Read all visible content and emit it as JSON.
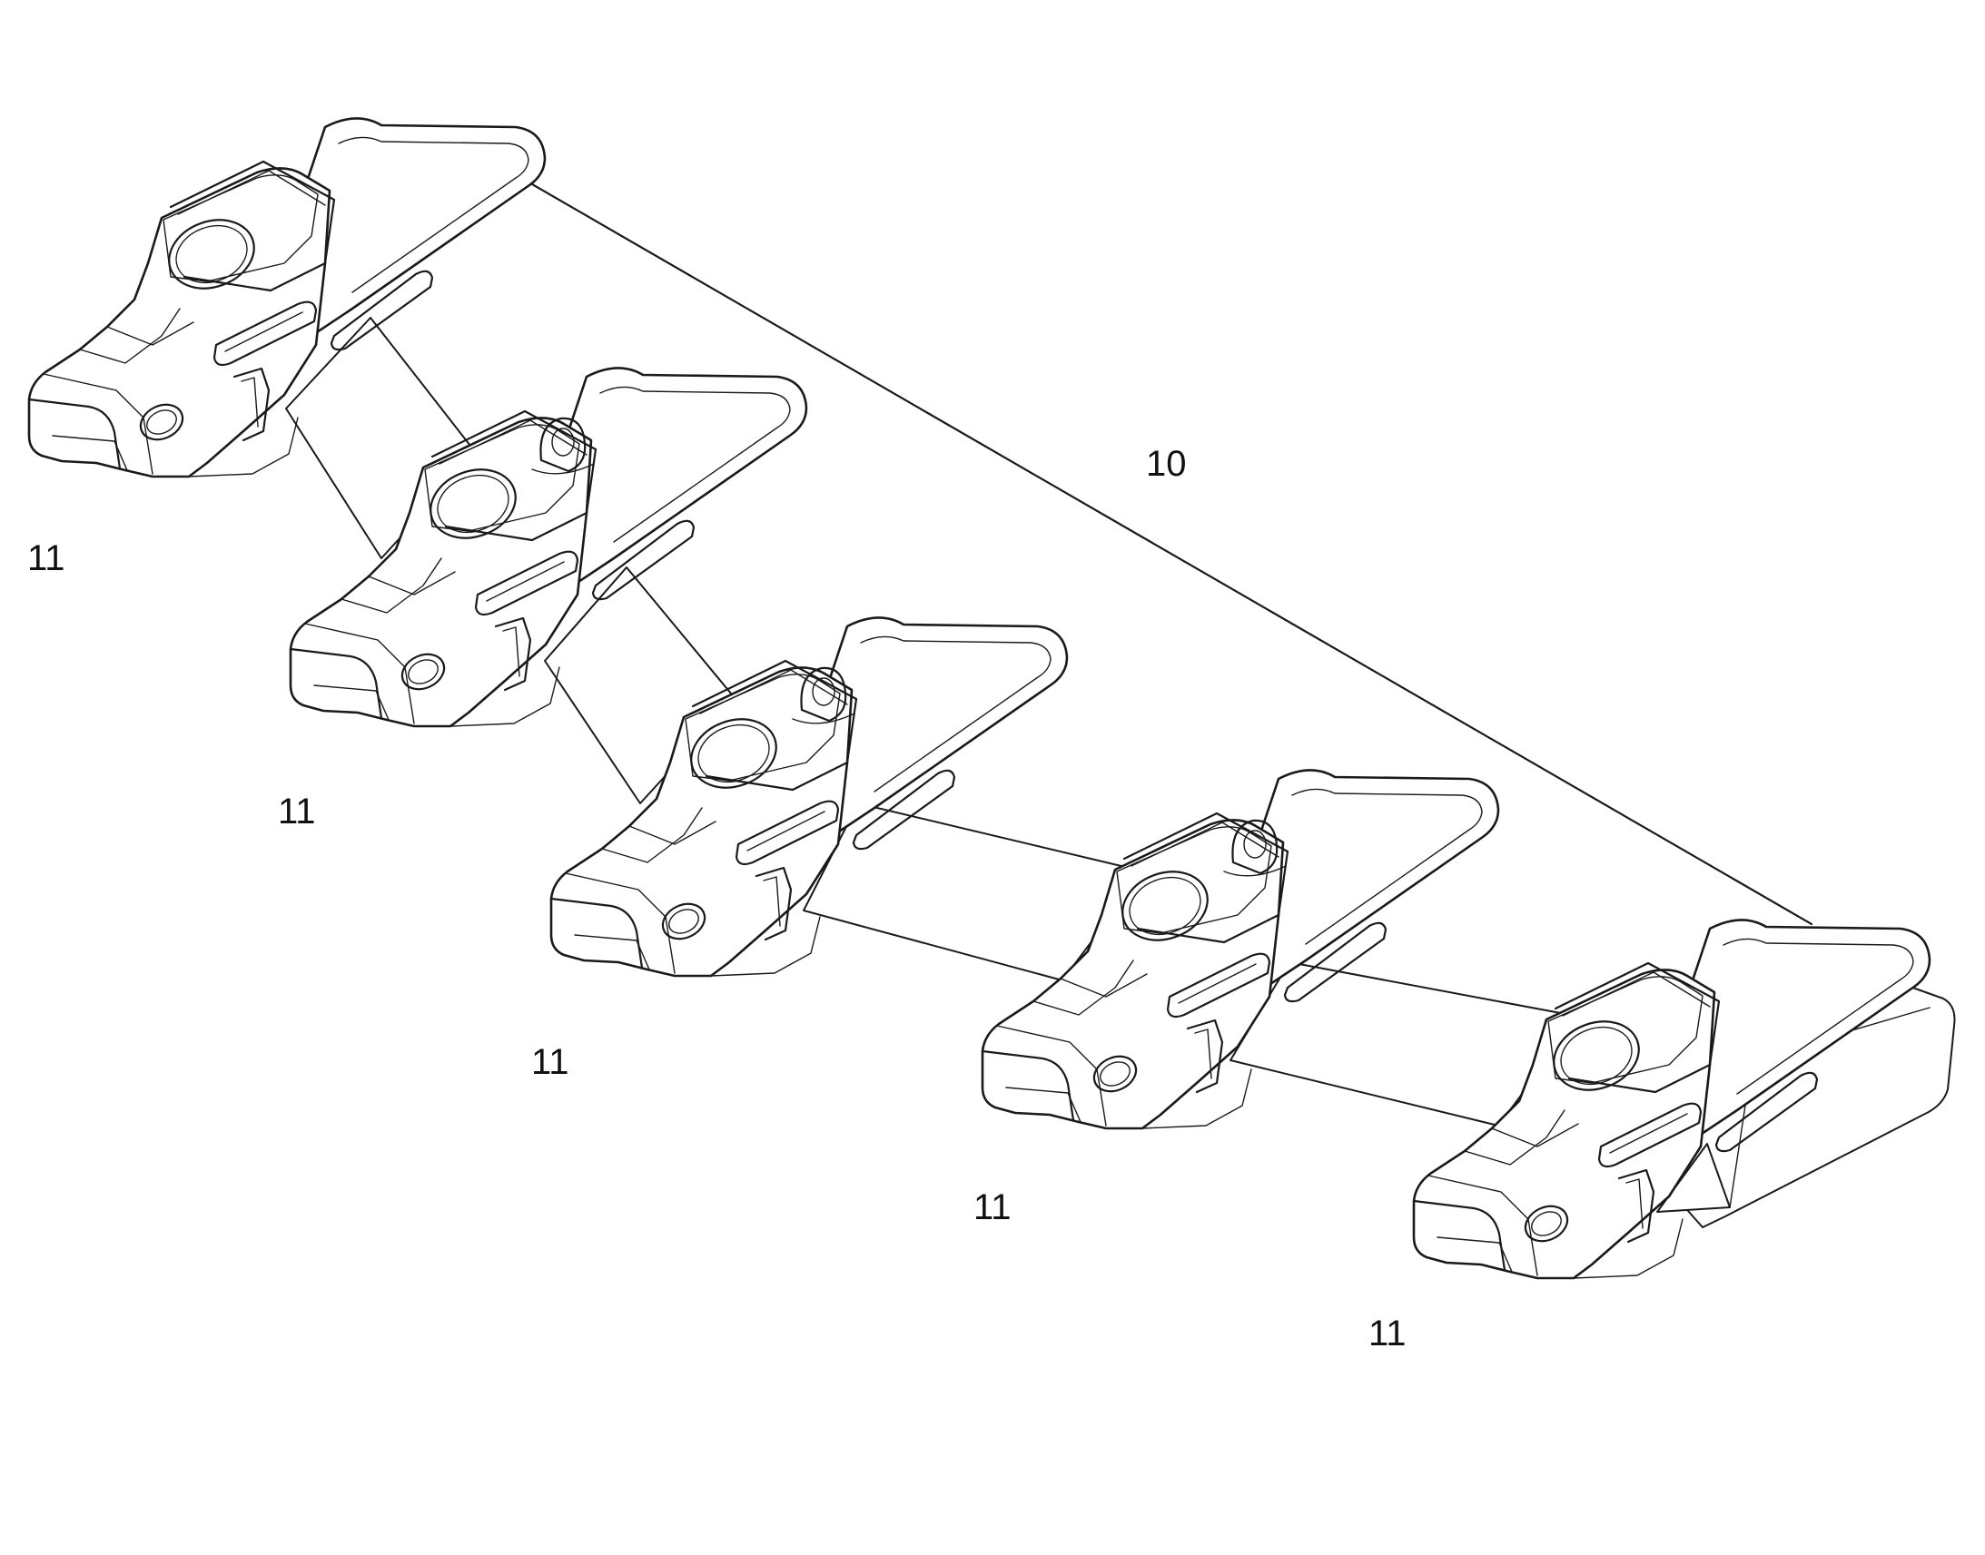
{
  "figure": {
    "stroke_color": "#1a1a1a",
    "background_color": "#ffffff",
    "labels": {
      "lip": "10",
      "adapters": [
        "11",
        "11",
        "11",
        "11",
        "11"
      ]
    }
  }
}
